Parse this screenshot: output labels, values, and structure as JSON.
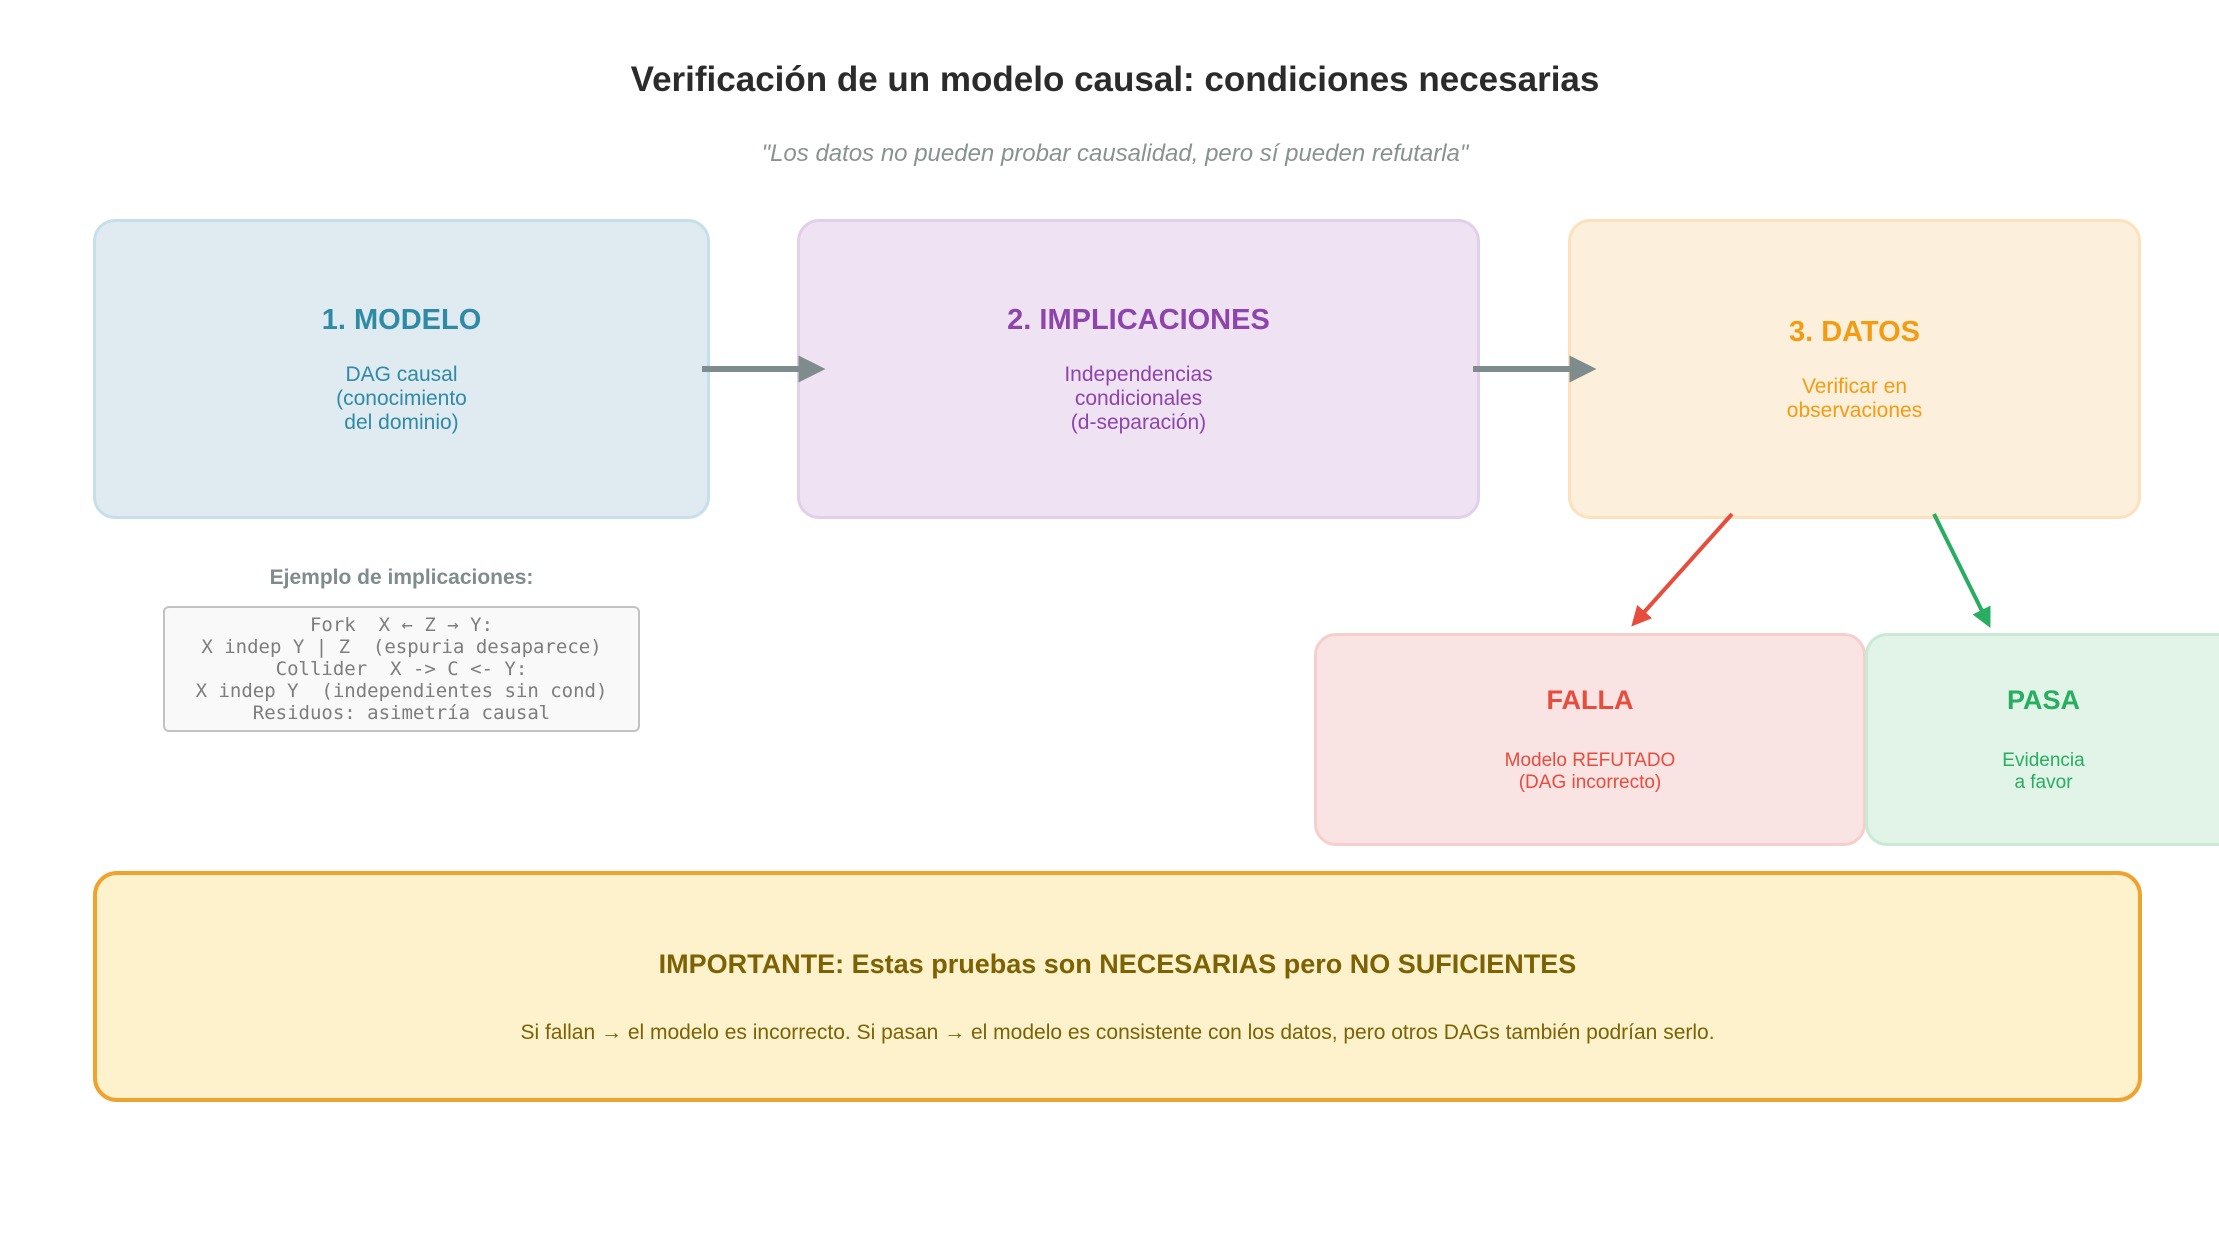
{
  "title": "Verificación de un modelo causal: condiciones necesarias",
  "subtitle": "\"Los datos no pueden probar causalidad, pero sí pueden refutarla\"",
  "steps": {
    "model": {
      "heading": "1. MODELO",
      "body": "DAG causal\n(conocimiento\ndel dominio)"
    },
    "implications": {
      "heading": "2. IMPLICACIONES",
      "body": "Independencias\ncondicionales\n(d-separación)"
    },
    "data": {
      "heading": "3. DATOS",
      "body": "Verificar en\nobservaciones"
    }
  },
  "outcomes": {
    "fail": {
      "heading": "FALLA",
      "body": "Modelo REFUTADO\n(DAG incorrecto)"
    },
    "pass": {
      "heading": "PASA",
      "body": "Evidencia\na favor"
    }
  },
  "example": {
    "label": "Ejemplo de implicaciones:",
    "lines": [
      "Fork  X ← Z → Y:",
      "X indep Y | Z  (espuria desaparece)",
      "Collider  X -> C <- Y:",
      "X indep Y  (independientes sin cond)",
      "Residuos: asimetría causal"
    ]
  },
  "note": {
    "heading": "IMPORTANTE: Estas pruebas son NECESARIAS pero NO SUFICIENTES",
    "text": "Si fallan → el modelo es incorrecto.   Si pasan → el modelo es consistente con los datos, pero otros DAGs también podrían serlo."
  },
  "colors": {
    "model": "#2f8aa6",
    "implications": "#8e44ad",
    "data": "#f39c12",
    "fail": "#e74c3c",
    "pass": "#27ae60",
    "flow_arrow": "#7f8c8d",
    "note_border": "#f0a22e"
  }
}
